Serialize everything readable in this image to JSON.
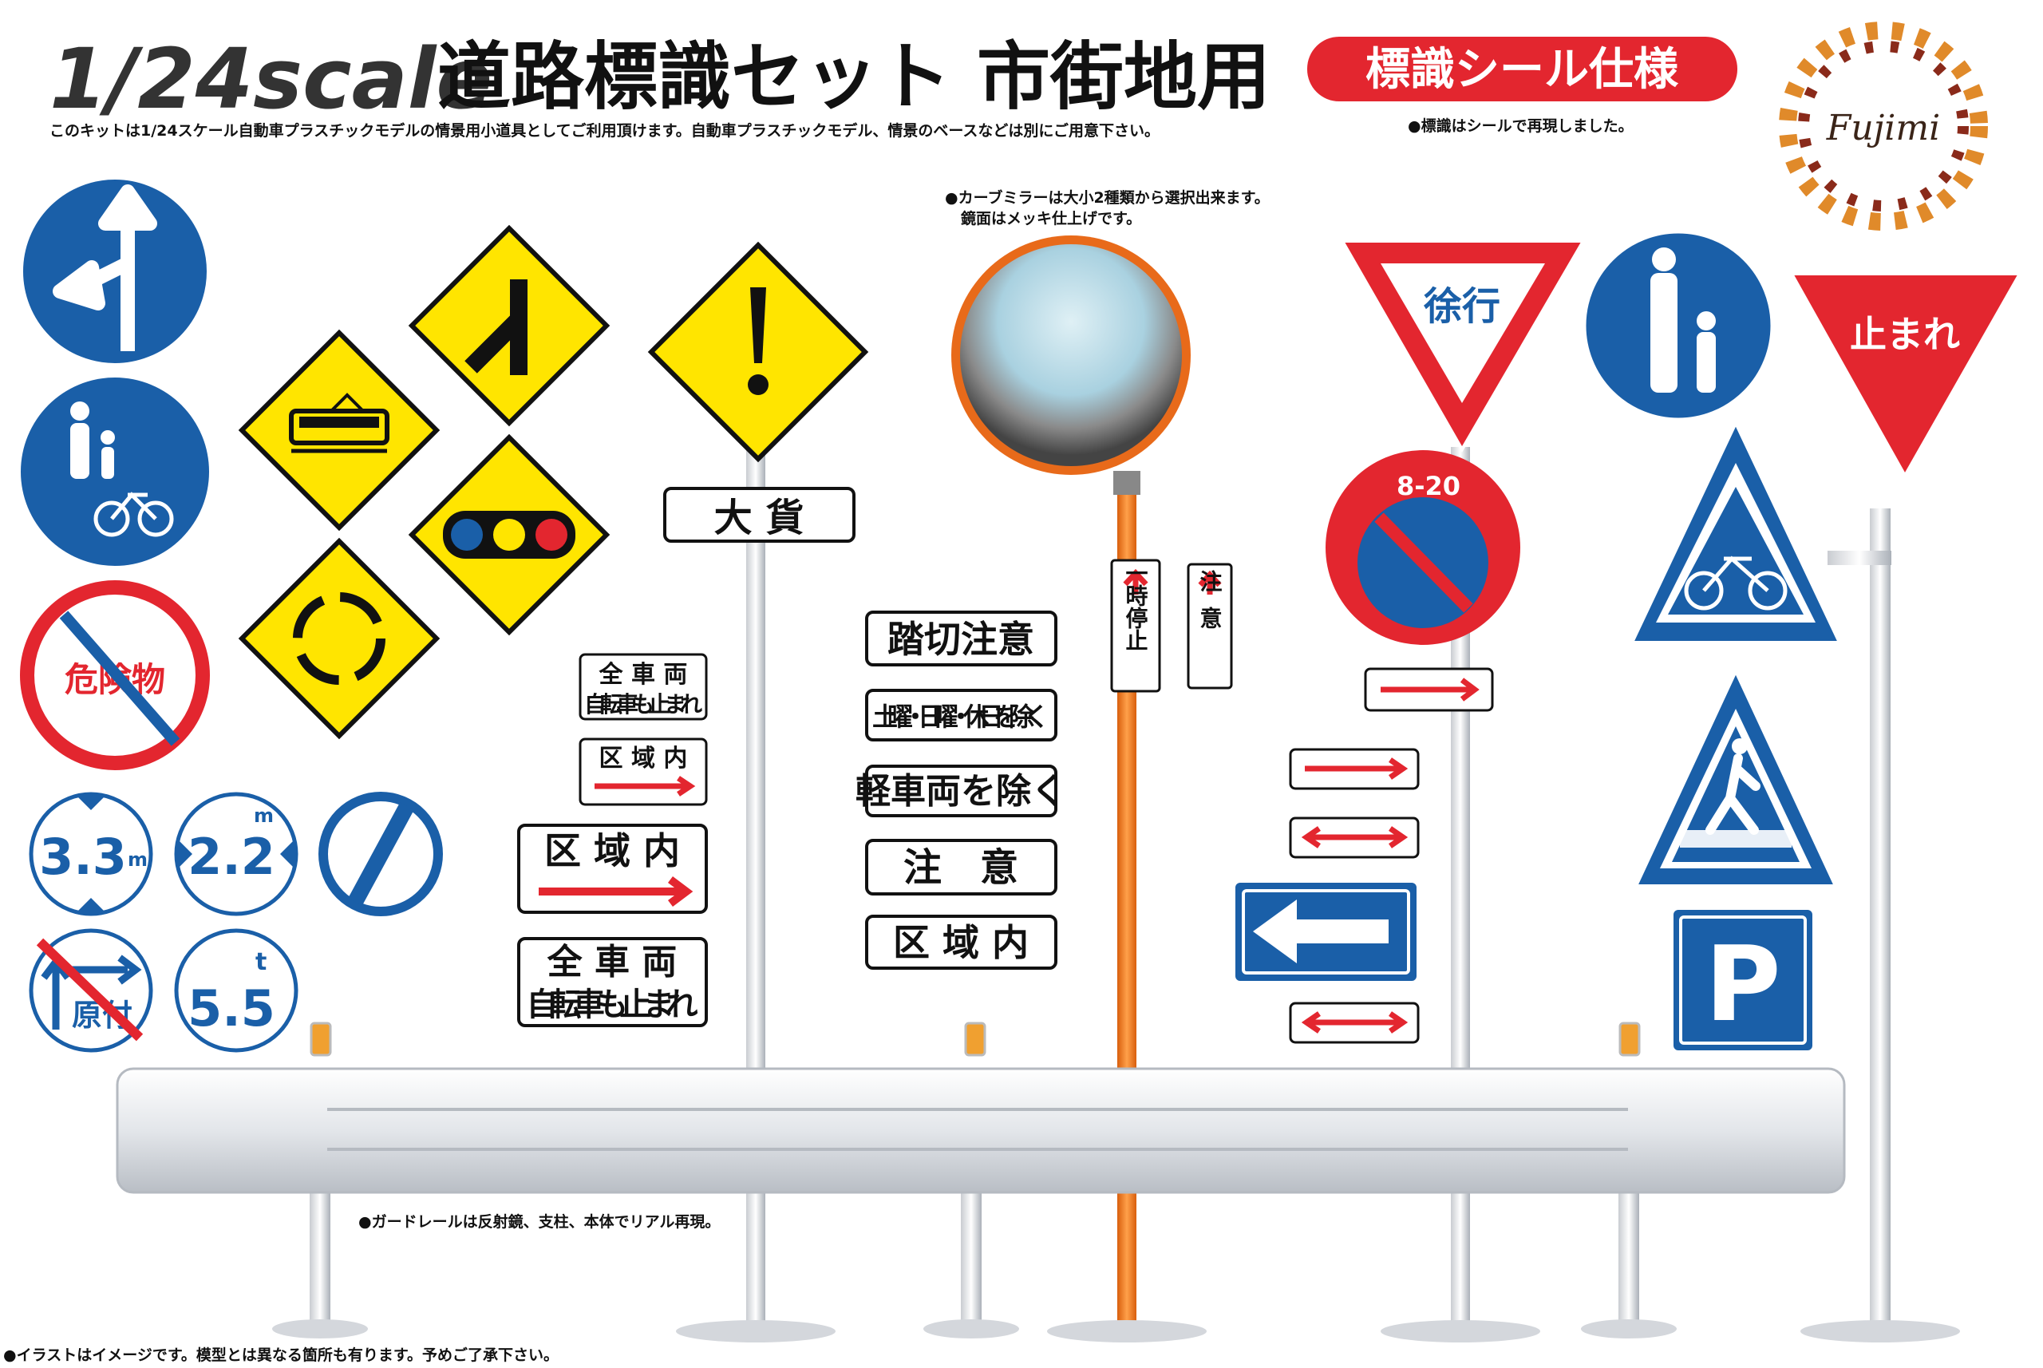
{
  "header": {
    "scale": "1/24scale",
    "title": "道路標識セット 市街地用",
    "badge": "標識シール仕様",
    "subtitle": "このキットは1/24スケール自動車プラスチックモデルの情景用小道具としてご利用頂けます。自動車プラスチックモデル、情景のベースなどは別にご用意下さい。",
    "sticker_note": "●標識はシールで再現しました。",
    "logo": "Fujimi"
  },
  "notes": {
    "mirror_line1": "●カーブミラーは大小2種類から選択出来ます。",
    "mirror_line2": "鏡面はメッキ仕上げです。",
    "guardrail": "●ガードレールは反射鏡、支柱、本体でリアル再現。",
    "disclaimer": "●イラストはイメージです。模型とは異なる箇所も有ります。予めご了承下さい。"
  },
  "signs": {
    "hazardous": "危険物",
    "height_limit": "3.3",
    "height_unit": "m",
    "width_limit_num": "2.2",
    "width_unit": "m",
    "weight_limit": "5.5",
    "weight_unit": "t",
    "moped": "原付",
    "slow": "徐行",
    "stop": "止まれ",
    "no_parking_hours": "8-20",
    "parking": "P"
  },
  "plates": {
    "large_vehicle": "大 貨",
    "all_vehicles_small_l1": "全 車 両",
    "all_vehicles_small_l2": "自転車も止まれ",
    "zone_small": "区 域 内",
    "zone_large": "区 域 内",
    "all_vehicles_large_l1": "全 車 両",
    "all_vehicles_large_l2": "自転車も止まれ",
    "railroad": "踏切注意",
    "except_holidays": "土曜・日曜・休日を除く",
    "except_light": "軽車両を除く",
    "caution": "注　意",
    "zone_mid": "区 域 内",
    "stop_vertical": "一時停止",
    "caution_vertical": "注意"
  },
  "colors": {
    "blue": "#1a5fa8",
    "red": "#e3262f",
    "yellow": "#ffe500",
    "orange_pole": "#f07b1a"
  }
}
